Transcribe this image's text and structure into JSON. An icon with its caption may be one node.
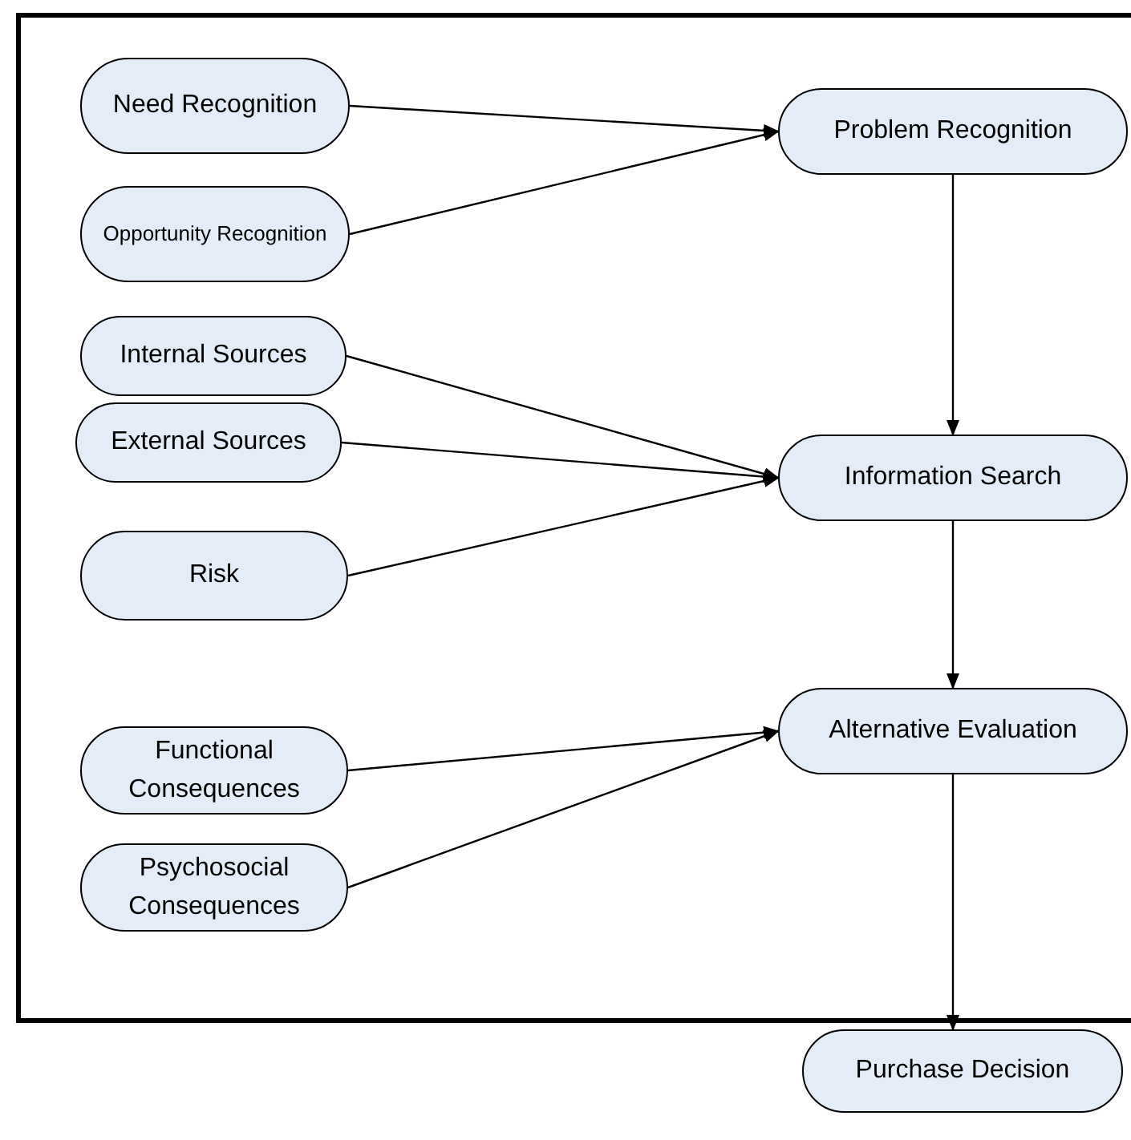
{
  "diagram": {
    "nodes": [
      {
        "text": [
          "Need Recognition"
        ]
      },
      {
        "text": [
          "Opportunity Recognition"
        ]
      },
      {
        "text": [
          "Internal Sources"
        ]
      },
      {
        "text": [
          "External Sources"
        ]
      },
      {
        "text": [
          "Risk"
        ]
      },
      {
        "text": [
          "Functional Consequences"
        ]
      },
      {
        "text": [
          "Psychosocial Consequences"
        ]
      },
      {
        "text": [
          "Problem Recognition"
        ]
      },
      {
        "text": [
          "Information Search"
        ]
      },
      {
        "text": [
          "Alternative Evaluation"
        ]
      },
      {
        "text": [
          "Purchase Decision"
        ]
      }
    ],
    "edges": [
      {
        "from": 0,
        "to": 7,
        "arrow": "to"
      },
      {
        "from": 1,
        "to": 7,
        "arrow": "to"
      },
      {
        "from": 7,
        "to": 8,
        "arrow": "to"
      },
      {
        "from": 2,
        "to": 8,
        "arrow": "to"
      },
      {
        "from": 3,
        "to": 8,
        "arrow": "to"
      },
      {
        "from": 4,
        "to": 8,
        "arrow": "to"
      },
      {
        "from": 8,
        "to": 9,
        "arrow": "to"
      },
      {
        "from": 5,
        "to": 9,
        "arrow": "to"
      },
      {
        "from": 6,
        "to": 9,
        "arrow": "to"
      },
      {
        "from": 9,
        "to": 10,
        "arrow": "to"
      }
    ]
  }
}
